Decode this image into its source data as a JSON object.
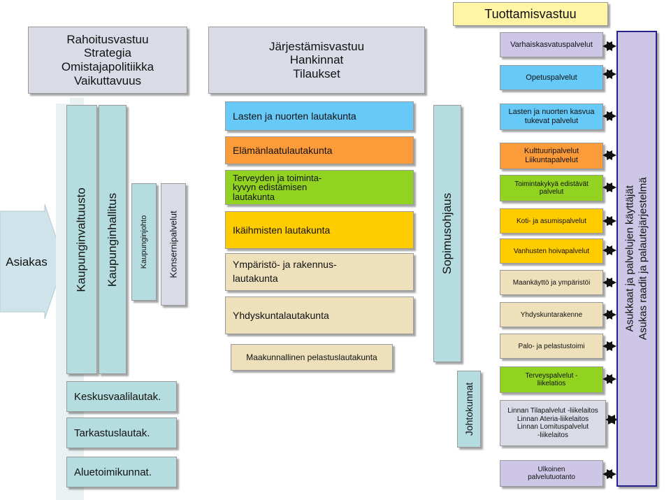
{
  "header": {
    "production": "Tuottamisvastuu"
  },
  "funding": {
    "text": "Rahoitusvastuu\nStrategia\nOmistajapolitiikka\nVaikuttavuus"
  },
  "organizing": {
    "text": "Järjestämisvastuu\nHankinnat\nTilaukset"
  },
  "customer": {
    "label": "Asiakas"
  },
  "governance": {
    "council": "Kaupunginvaltuusto",
    "board": "Kaupunginhallitus",
    "management": "Kaupunginjohto",
    "group_services": "Konsernipalvelut"
  },
  "committees": [
    "Lasten ja nuorten lautakunta",
    "Elämänlaatulautakunta",
    "Terveyden ja toiminta-\nkyvyn edistämisen\nlautakunta",
    "Ikäihmisten lautakunta",
    "Ympäristö- ja rakennus-\nlautakunta",
    "Yhdyskuntalautakunta",
    "Maakunnallinen  pelastuslautakunta"
  ],
  "other_boards": {
    "election": "Keskusvaalilautak.",
    "audit": "Tarkastuslautak.",
    "area": "Aluetoimikunnat."
  },
  "contract_steering": "Sopimusohjaus",
  "executive_boards": "Johtokunnat",
  "services": [
    "Varhaiskasvatuspalvelut",
    "Opetuspalvelut",
    "Lasten ja nuorten kasvua\ntukevat palvelut",
    "Kulttuuripalvelut\nLiikuntapalvelut",
    "Toimintakykyä edistävät\npalvelut",
    "Koti- ja asumispalvelut",
    "Vanhusten hoivapalvelut",
    "Maankäyttö ja ympäristöi",
    "Yhdyskuntarakenne",
    "Palo- ja pelastustoimi",
    "Terveyspalvelut -\nliikelatios",
    "Linnan Tilapalvelut -liikelaitos\nLinnan Ateria-liikelaitos\nLinnan Lomituspalvelut\n-liikelaitos",
    "Ulkoinen\npalvelutuotanto"
  ],
  "users_bar": {
    "line1": "Asukkaat ja palvelujen käyttäjät",
    "line2": "Asukas raadit ja palautejärjestelmä"
  },
  "colors": {
    "header_yellow": "#fff5a5",
    "header_gray": "#d9dce6",
    "teal": "#b5dde0",
    "blue": "#66c9f8",
    "orange": "#fb9b39",
    "green": "#92d321",
    "yellow": "#ffcc00",
    "tan": "#ede0bb",
    "lavender": "#cdc6e6",
    "purple": "#262088"
  }
}
